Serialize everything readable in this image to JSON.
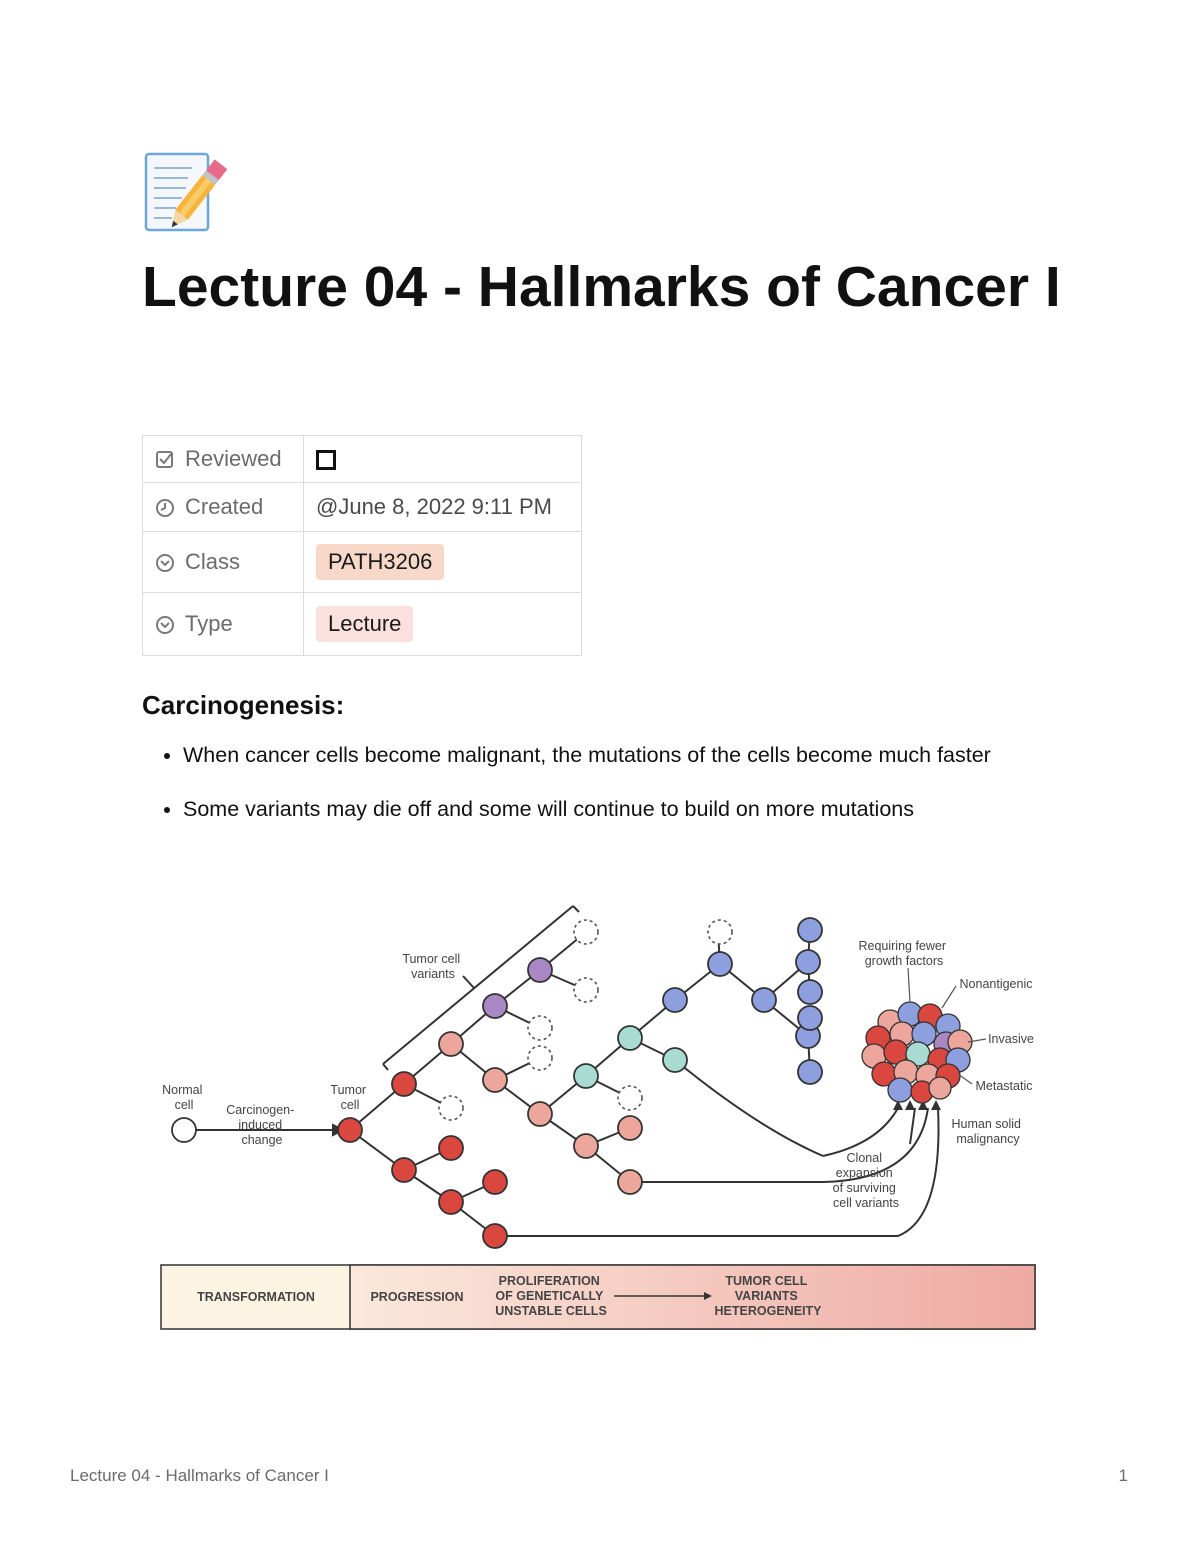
{
  "page": {
    "icon": "memo-pencil-icon",
    "title": "Lecture 04 - Hallmarks of Cancer I"
  },
  "properties": [
    {
      "key": "Reviewed",
      "icon": "checkbox-icon",
      "value_type": "checkbox",
      "checked": false
    },
    {
      "key": "Created",
      "icon": "clock-icon",
      "value": "@June 8, 2022 9:11 PM"
    },
    {
      "key": "Class",
      "icon": "select-icon",
      "value": "PATH3206",
      "tag_color": "#f8d9c9"
    },
    {
      "key": "Type",
      "icon": "select-icon",
      "value": "Lecture",
      "tag_color": "#fbe1de"
    }
  ],
  "section": {
    "heading": "Carcinogenesis:",
    "bullets": [
      "When cancer cells become malignant, the mutations of the cells become much faster",
      "Some variants may die off and some will continue to build on more mutations"
    ]
  },
  "figure": {
    "labels": {
      "normal_cell": [
        "Normal",
        "cell"
      ],
      "carcinogen": [
        "Carcinogen-",
        "induced",
        "change"
      ],
      "tumor_cell": [
        "Tumor",
        "cell"
      ],
      "tumor_variants": [
        "Tumor cell",
        "variants"
      ],
      "requiring": [
        "Requiring fewer",
        "growth factors"
      ],
      "nonantigenic": "Nonantigenic",
      "invasive": "Invasive",
      "metastatic": "Metastatic",
      "human_solid": [
        "Human solid",
        "malignancy"
      ],
      "clonal": [
        "Clonal",
        "expansion",
        "of surviving",
        "cell variants"
      ]
    },
    "band": {
      "transformation": "TRANSFORMATION",
      "progression": "PROGRESSION",
      "proliferation": [
        "PROLIFERATION",
        "OF GENETICALLY",
        "UNSTABLE CELLS"
      ],
      "heterogeneity": [
        "TUMOR CELL",
        "VARIANTS",
        "HETEROGENEITY"
      ]
    },
    "colors": {
      "red": "#d9473f",
      "salmon": "#eda69c",
      "purple": "#a888c4",
      "teal": "#a8dcd2",
      "blue": "#8d9fde"
    }
  },
  "footer": {
    "title": "Lecture 04 - Hallmarks of Cancer I",
    "page_number": "1"
  }
}
